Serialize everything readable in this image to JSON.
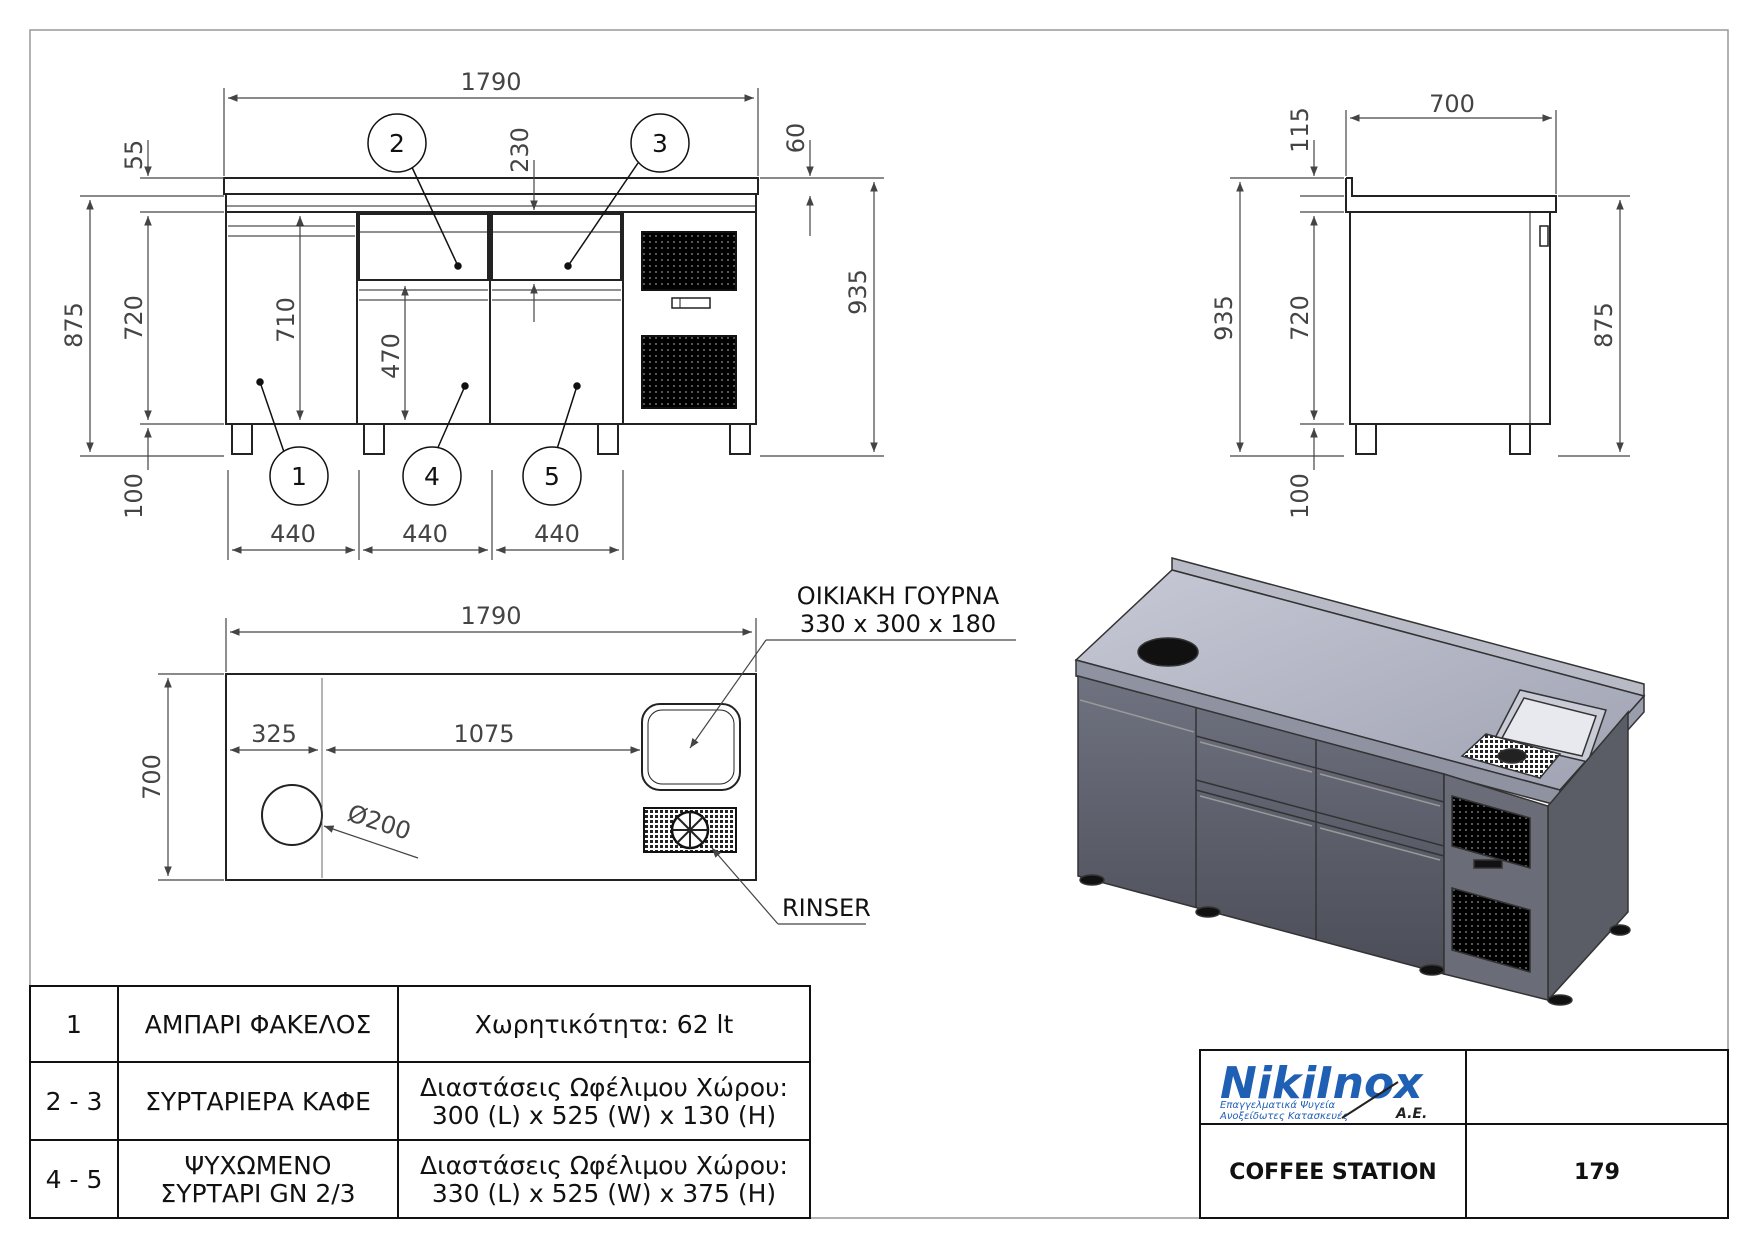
{
  "drawing": {
    "title": "COFFEE STATION",
    "number": "179",
    "brand": {
      "name_part1": "Niki",
      "name_part2": "Inox",
      "suffix": "A.E.",
      "tagline_1": "Επαγγελματικά Ψυγεία",
      "tagline_2": "Ανοξείδωτες Κατασκευές"
    }
  },
  "front_view": {
    "dims": {
      "total_width": "1790",
      "top_55": "55",
      "drawer_230": "230",
      "right_60": "60",
      "left_875": "875",
      "left_720": "720",
      "inner_710": "710",
      "inner_470": "470",
      "right_935": "935",
      "legs_100": "100",
      "w_440_a": "440",
      "w_440_b": "440",
      "w_440_c": "440"
    },
    "callouts": [
      "1",
      "2",
      "3",
      "4",
      "5"
    ]
  },
  "side_view": {
    "dims": {
      "depth_700": "700",
      "top_115": "115",
      "left_935": "935",
      "mid_720": "720",
      "right_875": "875",
      "legs_100": "100"
    }
  },
  "top_view": {
    "dims": {
      "total_width": "1790",
      "hole_offset": "325",
      "span_1075": "1075",
      "depth_700": "700",
      "hole_diameter": "Ø200"
    },
    "labels": {
      "sink_line1": "ΟΙΚΙΑΚΗ ΓΟΥΡΝΑ",
      "sink_line2": "330 x 300 x 180",
      "rinser": "RINSER"
    }
  },
  "parts_table": {
    "rows": [
      {
        "id": "1",
        "name": [
          "ΑΜΠΑΡΙ ΦΑΚΕΛΟΣ"
        ],
        "desc": [
          "Χωρητικότητα: 62 lt"
        ]
      },
      {
        "id": "2 - 3",
        "name": [
          "ΣΥΡΤΑΡΙΕΡΑ ΚΑΦΕ"
        ],
        "desc": [
          "Διαστάσεις Ωφέλιμου Χώρου:",
          "300 (L) x 525 (W) x 130 (H)"
        ]
      },
      {
        "id": "4 - 5",
        "name": [
          "ΨΥΧΩΜΕΝΟ",
          "ΣΥΡΤΑΡΙ GN 2/3"
        ],
        "desc": [
          "Διαστάσεις Ωφέλιμου Χώρου:",
          "330 (L) x 525 (W) x 375 (H)"
        ]
      }
    ]
  }
}
